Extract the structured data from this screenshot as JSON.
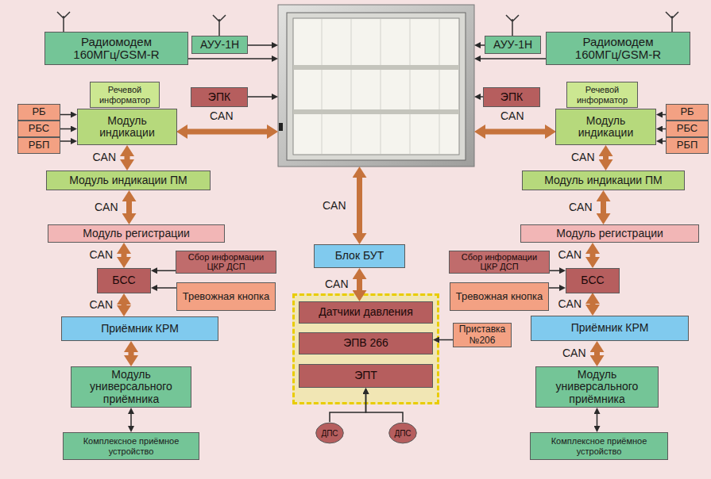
{
  "diagram": {
    "nodes": [
      {
        "text": [
          "Радиомодем 160МГц/GSM-R"
        ]
      },
      {
        "text": [
          "АУУ-1Н"
        ]
      },
      {
        "text": [
          "АУУ-1Н"
        ]
      },
      {
        "text": [
          "Радиомодем 160МГц/GSM-R"
        ]
      },
      {
        "text": [
          "Речевой информатор"
        ]
      },
      {
        "text": [
          "ЭПК"
        ]
      },
      {
        "text": [
          "ЭПК"
        ]
      },
      {
        "text": [
          "Речевой информатор"
        ]
      },
      {
        "text": [
          "РБ"
        ]
      },
      {
        "text": [
          "Модуль индикации"
        ]
      },
      {
        "text": [
          "Модуль индикации"
        ]
      },
      {
        "text": [
          "РБ"
        ]
      },
      {
        "text": [
          "РБС"
        ]
      },
      {
        "text": [
          "РБС"
        ]
      },
      {
        "text": [
          "РБП"
        ]
      },
      {
        "text": [
          "РБП"
        ]
      },
      {
        "text": [
          "Модуль индикации ПМ"
        ]
      },
      {
        "text": [
          "Модуль индикации ПМ"
        ]
      },
      {
        "text": [
          "Модуль регистрации"
        ]
      },
      {
        "text": [
          "Блок БУТ"
        ]
      },
      {
        "text": [
          "Модуль регистрации"
        ]
      },
      {
        "text": [
          "Сбор информации ЦКР ДСП"
        ]
      },
      {
        "text": [
          "Сбор информации ЦКР ДСП"
        ]
      },
      {
        "text": [
          "БСС"
        ]
      },
      {
        "text": [
          "БСС"
        ]
      },
      {
        "text": [
          "Тревожная кнопка"
        ]
      },
      {
        "text": [
          "Тревожная кнопка"
        ]
      },
      {
        "text": [
          "Датчики давления"
        ]
      },
      {
        "text": [
          "Приёмник КРМ"
        ]
      },
      {
        "text": [
          "Приставка №206"
        ]
      },
      {
        "text": [
          "Приёмник КРМ"
        ]
      },
      {
        "text": [
          "ЭПВ 266"
        ]
      },
      {
        "text": [
          "ЭПТ"
        ]
      },
      {
        "text": [
          "Модуль универсального приёмника"
        ]
      },
      {
        "text": [
          "Модуль универсального приёмника"
        ]
      },
      {
        "text": [
          "ДПС"
        ]
      },
      {
        "text": [
          "ДПС"
        ]
      },
      {
        "text": [
          "Комплексное приёмное устройство"
        ]
      },
      {
        "text": [
          "Комплексное приёмное устройство"
        ]
      }
    ],
    "edges": [
      {
        "from": 8,
        "to": 9,
        "arrow": "to"
      },
      {
        "from": 12,
        "to": 9,
        "arrow": "to"
      },
      {
        "from": 14,
        "to": 9,
        "arrow": "to"
      },
      {
        "from": 11,
        "to": 10,
        "arrow": "to"
      },
      {
        "from": 13,
        "to": 10,
        "arrow": "to"
      },
      {
        "from": 15,
        "to": 10,
        "arrow": "to"
      },
      {
        "from": 9,
        "to": 16,
        "label": "CAN",
        "arrow": "both"
      },
      {
        "from": 10,
        "to": 17,
        "label": "CAN",
        "arrow": "both"
      },
      {
        "from": 16,
        "to": 18,
        "label": "CAN",
        "arrow": "both"
      },
      {
        "from": 17,
        "to": 20,
        "label": "CAN",
        "arrow": "both"
      },
      {
        "from": 18,
        "to": 23,
        "label": "CAN",
        "arrow": "both"
      },
      {
        "from": 20,
        "to": 24,
        "label": "CAN",
        "arrow": "both"
      },
      {
        "from": 21,
        "to": 23,
        "arrow": "to"
      },
      {
        "from": 25,
        "to": 23,
        "arrow": "to"
      },
      {
        "from": 22,
        "to": 24,
        "arrow": "to"
      },
      {
        "from": 26,
        "to": 24,
        "arrow": "to"
      },
      {
        "from": 23,
        "to": 28,
        "label": "CAN",
        "arrow": "both"
      },
      {
        "from": 24,
        "to": 30,
        "label": "CAN",
        "arrow": "both"
      },
      {
        "from": 28,
        "to": 33,
        "arrow": "both"
      },
      {
        "from": 30,
        "to": 34,
        "label": "CAN",
        "arrow": "both"
      },
      {
        "from": 33,
        "to": 37,
        "arrow": "both"
      },
      {
        "from": 34,
        "to": 38,
        "arrow": "both"
      },
      {
        "from": 19,
        "to": 27,
        "label": "CAN",
        "arrow": "both"
      },
      {
        "from": 29,
        "to": 31,
        "arrow": "to"
      },
      {
        "from": 35,
        "to": 32,
        "arrow": "to"
      },
      {
        "from": 36,
        "to": 32,
        "arrow": "to"
      }
    ],
    "labels": [
      "CAN",
      "CAN",
      "CAN"
    ]
  }
}
